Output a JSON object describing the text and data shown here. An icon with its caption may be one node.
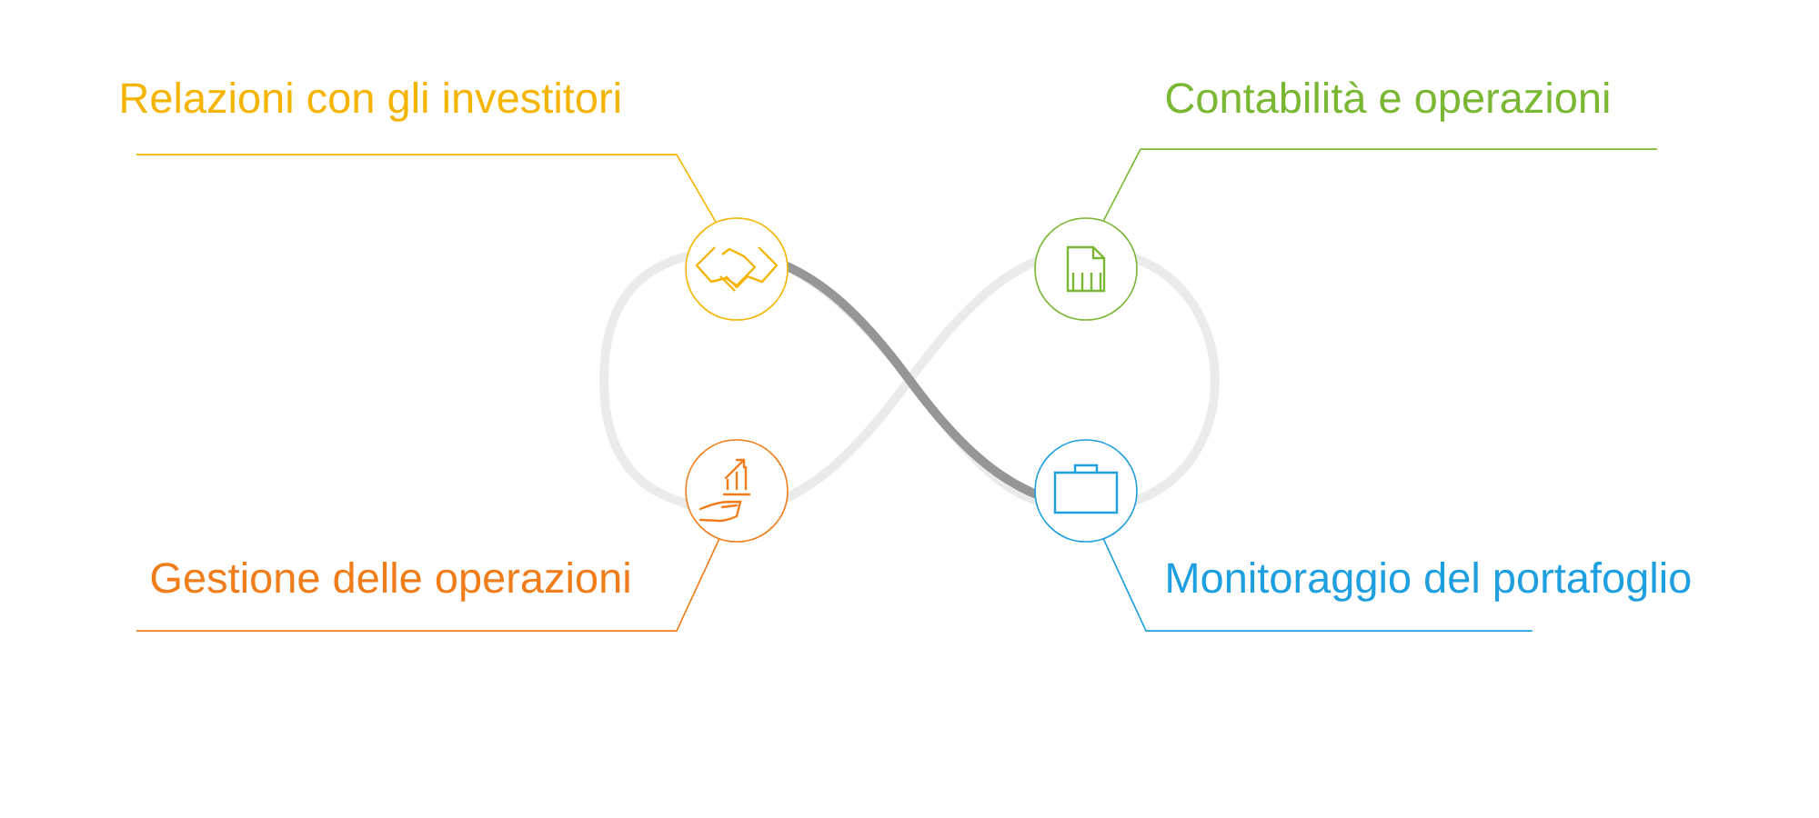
{
  "diagram": {
    "nodes": [
      {
        "text": [
          "Relazioni con gli investitori"
        ]
      },
      {
        "text": [
          "Contabilità e operazioni"
        ]
      },
      {
        "text": [],
        "shape": "circle"
      },
      {
        "text": [],
        "shape": "circle"
      },
      {
        "text": [],
        "shape": "circle"
      },
      {
        "text": [],
        "shape": "circle"
      },
      {
        "text": [
          "Gestione delle operazioni"
        ]
      },
      {
        "text": [
          "Monitoraggio del portafoglio"
        ]
      }
    ],
    "edges": [
      {
        "from": 0,
        "to": 2,
        "arrow": "none",
        "color": "#f5b400"
      },
      {
        "from": 1,
        "to": 3,
        "arrow": "none",
        "color": "#7ab833"
      },
      {
        "from": 6,
        "to": 4,
        "arrow": "none",
        "color": "#f07d1a"
      },
      {
        "from": 7,
        "to": 5,
        "arrow": "none",
        "color": "#1e9fe0"
      }
    ]
  }
}
